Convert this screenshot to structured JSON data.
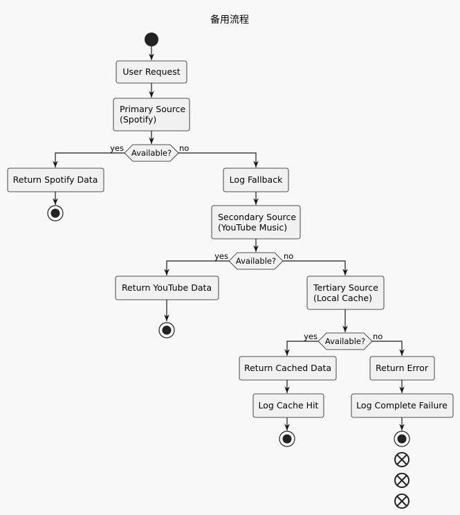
{
  "diagram": {
    "title": "备用流程",
    "nodes": {
      "user_request": "User Request",
      "primary_source": [
        "Primary Source",
        "(Spotify)"
      ],
      "decision_1": "Available?",
      "return_spotify": "Return Spotify Data",
      "log_fallback": "Log Fallback",
      "secondary_source": [
        "Secondary Source",
        "(YouTube Music)"
      ],
      "decision_2": "Available?",
      "return_youtube": "Return YouTube Data",
      "tertiary_source": [
        "Tertiary Source",
        "(Local Cache)"
      ],
      "decision_3": "Available?",
      "return_cached": "Return Cached Data",
      "log_cache_hit": "Log Cache Hit",
      "return_error": "Return Error",
      "log_failure": "Log Complete Failure"
    },
    "branch_labels": {
      "d1_yes": "yes",
      "d1_no": "no",
      "d2_yes": "yes",
      "d2_no": "no",
      "d3_yes": "yes",
      "d3_no": "no"
    }
  }
}
